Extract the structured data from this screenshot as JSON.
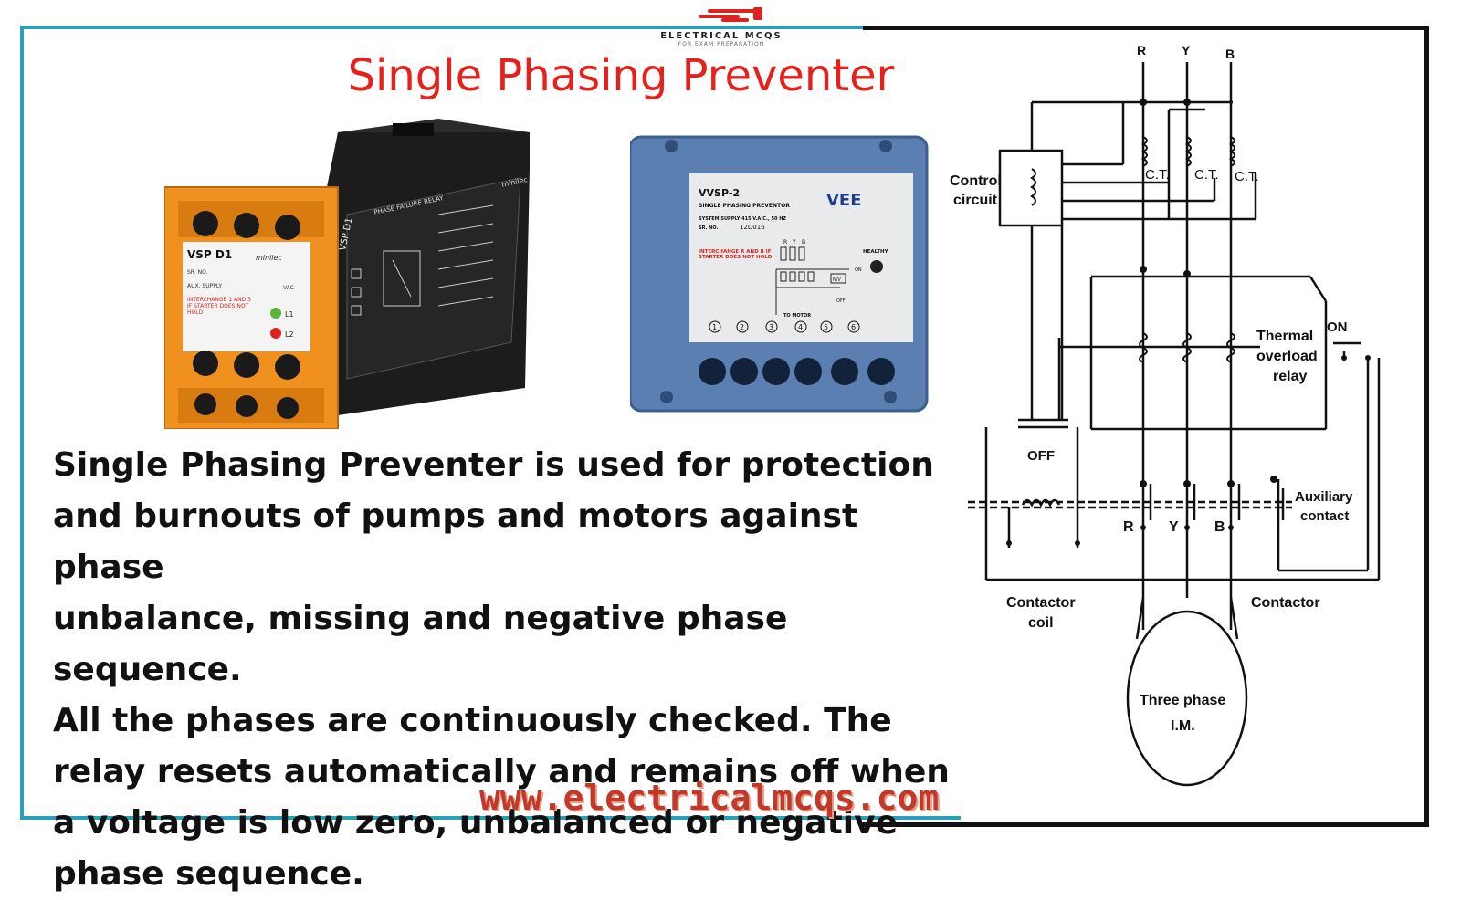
{
  "logo": {
    "name": "ELECTRICAL MCQS",
    "tagline": "FOR EXAM PREPARATION"
  },
  "title": "Single Phasing Preventer",
  "description": "Single Phasing Preventer is used for protection and burnouts of pumps and motors against phase unbalance, missing and negative phase sequence. All the phases are continuously checked. The relay resets automatically and remains off when a voltage is low zero, unbalanced or negative phase sequence.",
  "description_lines": [
    "Single Phasing Preventer is used for protection",
    "and burnouts of pumps and motors against phase",
    "unbalance, missing and negative phase sequence.",
    "All the phases are continuously checked. The",
    "relay resets automatically and remains off when",
    "a voltage is low zero, unbalanced or negative",
    "phase sequence."
  ],
  "footer_url": "www.electricalmcqs.com",
  "device1": {
    "model": "VSP D1",
    "brand": "minilec",
    "sr_no": "SR. NO.",
    "aux_supply": "AUX. SUPPLY",
    "vac": "VAC",
    "warning": "INTERCHANGE 1 AND 3 IF STARTER DOES NOT HOLD",
    "led1": "L1",
    "led2": "L2",
    "side_title": "PHASE FAILURE RELAY",
    "side_model": "VSP D1",
    "side_brand": "minilec",
    "colors": {
      "body": "#f0901e",
      "side": "#1c1c1c"
    }
  },
  "device2": {
    "model": "VVSP-2",
    "subtitle": "SINGLE PHASING PREVENTOR",
    "brand": "VEE",
    "system_supply": "SYSTEM SUPPLY 415 V.A.C., 50 HZ",
    "sr_no_label": "SR. NO.",
    "sr_no": "12D016",
    "warning": "INTERCHANGE R AND B IF STARTER DOES NOT HOLD",
    "healthy": "HEALTHY",
    "phases": [
      "R",
      "Y",
      "B"
    ],
    "on": "ON",
    "off": "OFF",
    "nv": "N/V",
    "to_motor": "TO MOTOR",
    "terminals": [
      "1",
      "2",
      "3",
      "4",
      "5",
      "6"
    ],
    "colors": {
      "body": "#5b7fb0",
      "label": "#e9eaec"
    }
  },
  "diagram": {
    "phases": [
      "R",
      "Y",
      "B"
    ],
    "control_circuit": [
      "Control",
      "circuit"
    ],
    "ct": "C.T.",
    "thermal_overload": [
      "Thermal",
      "overload",
      "relay"
    ],
    "on": "ON",
    "off": "OFF",
    "auxiliary_contact": [
      "Auxiliary",
      "contact"
    ],
    "contact_phases": [
      "R",
      "Y",
      "B"
    ],
    "contactor_coil": [
      "Contactor",
      "coil"
    ],
    "contactor": "Contactor",
    "motor": [
      "Three phase",
      "I.M."
    ]
  },
  "colors": {
    "title": "#e8201c",
    "frame": "#2aa0b8",
    "url": "#c0392b"
  }
}
